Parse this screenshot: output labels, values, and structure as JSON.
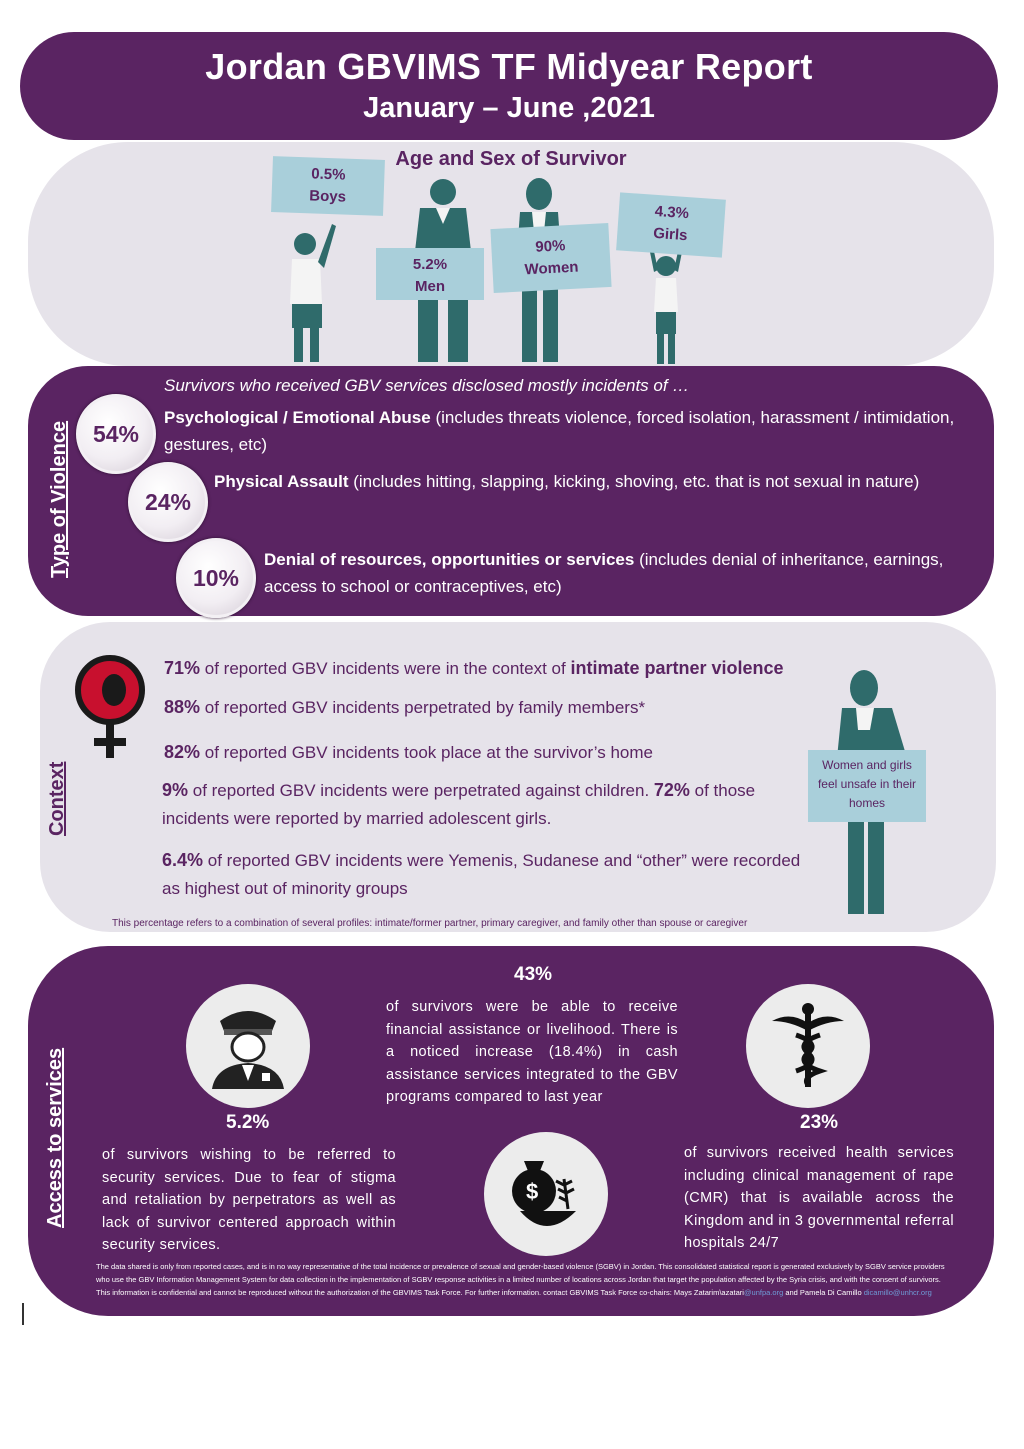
{
  "header": {
    "title": "Jordan GBVIMS TF Midyear Report",
    "subtitle": "January – June ,2021"
  },
  "age_sex": {
    "title": "Age and Sex of Survivor",
    "groups": [
      {
        "pct": "0.5%",
        "label": "Boys"
      },
      {
        "pct": "5.2%",
        "label": "Men"
      },
      {
        "pct": "90%",
        "label": "Women"
      },
      {
        "pct": "4.3%",
        "label": "Girls"
      }
    ]
  },
  "violence": {
    "side_label": "Type of Violence",
    "intro": "Survivors who received GBV services disclosed mostly incidents of …",
    "items": [
      {
        "pct": "54%",
        "name": "Psychological / Emotional Abuse",
        "desc": " (includes threats violence, forced isolation, harassment / intimidation, gestures, etc)"
      },
      {
        "pct": "24%",
        "name": "Physical Assault",
        "desc": " (includes hitting, slapping, kicking, shoving, etc. that is not sexual in nature)"
      },
      {
        "pct": "10%",
        "name": "Denial of resources, opportunities or services",
        "desc": " (includes denial of inheritance, earnings, access to school or contraceptives, etc)"
      }
    ]
  },
  "context": {
    "side_label": "Context",
    "lines": [
      {
        "pct": "71%",
        "text": " of reported GBV incidents were in the context of ",
        "emph": "intimate partner violence"
      },
      {
        "pct": "88%",
        "text": " of reported GBV incidents perpetrated by family members*"
      },
      {
        "pct": "82%",
        "text": " of reported GBV incidents took place at the survivor’s home"
      },
      {
        "pct": "9%",
        "text": " of reported GBV incidents were perpetrated against children. ",
        "pct2": "72%",
        "text2": " of those incidents were reported by married adolescent girls."
      },
      {
        "pct": "6.4%",
        "text": " of reported GBV incidents were Yemenis, Sudanese and “other” were recorded as highest out of minority groups"
      }
    ],
    "sign": "Women and girls feel unsafe in their homes",
    "footnote": "This percentage refers to a combination of several profiles: intimate/former partner, primary caregiver, and family other than spouse or caregiver"
  },
  "access": {
    "side_label": "Access to services",
    "security": {
      "pct": "5.2%",
      "text": "of survivors wishing to be referred to security services. Due to fear of stigma and retaliation by perpetrators as well as lack of survivor centered approach within security services."
    },
    "financial": {
      "pct": "43%",
      "text": "of survivors were be able to receive financial assistance or livelihood. There is a noticed increase (18.4%) in cash assistance services integrated to the GBV programs compared to last year"
    },
    "health": {
      "pct": "23%",
      "text": "of survivors received health services including clinical management of rape (CMR) that is available across the Kingdom and in 3 governmental referral hospitals 24/7"
    },
    "disclaimer": "The data shared is only from reported cases, and is in no way representative of the total incidence or prevalence of sexual and gender-based violence (SGBV) in Jordan. This consolidated statistical report is generated exclusively by SGBV service providers who use the GBV Information Management System for data collection in the implementation of SGBV response activities in a limited number of locations across Jordan that target the population affected by the Syria crisis, and with the consent of survivors. This information is confidential and cannot be reproduced without the authorization of the GBVIMS Task Force. For further information. contact GBVIMS Task Force co-chairs: Mays Zatarim\\azatari",
    "disclaimer_link1": "@unfpa.org",
    "disclaimer_mid": " and Pamela Di Camillo ",
    "disclaimer_link2": "dicamillo@unhcr.org"
  },
  "colors": {
    "purple": "#5a2462",
    "light": "#e6e3ea",
    "sign_blue": "#a9cfda",
    "figure_teal": "#2f6b6b"
  }
}
